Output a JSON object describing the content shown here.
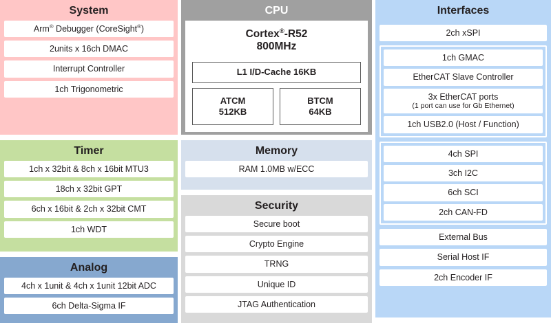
{
  "colors": {
    "system": "#ffc6c6",
    "timer": "#c5dfa0",
    "analog": "#86a8cf",
    "cpu": "#a0a0a0",
    "memory": "#d6e0ed",
    "security": "#d9d9d9",
    "interfaces": "#b9d7f7",
    "item_bg": "#ffffff",
    "cpu_box_border": "#5a5a5a",
    "text": "#231f20"
  },
  "panels": {
    "system": {
      "title": "System",
      "items": [
        "Arm® Debugger (CoreSight®)",
        "2units x 16ch DMAC",
        "Interrupt Controller",
        "1ch Trigonometric"
      ]
    },
    "timer": {
      "title": "Timer",
      "items": [
        "1ch x 32bit & 8ch x 16bit MTU3",
        "18ch x 32bit GPT",
        "6ch x 16bit & 2ch x 32bit CMT",
        "1ch WDT"
      ]
    },
    "analog": {
      "title": "Analog",
      "items": [
        "4ch x 1unit & 4ch x 1unit 12bit ADC",
        "6ch Delta-Sigma IF"
      ]
    },
    "cpu": {
      "title": "CPU",
      "core_name": "Cortex®-R52",
      "core_freq": "800MHz",
      "cache": "L1 I/D-Cache 16KB",
      "tcm": [
        {
          "name": "ATCM",
          "size": "512KB"
        },
        {
          "name": "BTCM",
          "size": "64KB"
        }
      ]
    },
    "memory": {
      "title": "Memory",
      "items": [
        "RAM 1.0MB w/ECC"
      ]
    },
    "security": {
      "title": "Security",
      "items": [
        "Secure boot",
        "Crypto Engine",
        "TRNG",
        "Unique ID",
        "JTAG Authentication"
      ]
    },
    "interfaces": {
      "title": "Interfaces",
      "top_items": [
        "2ch xSPI"
      ],
      "group_network": [
        {
          "main": "1ch GMAC",
          "sub": ""
        },
        {
          "main": "EtherCAT Slave Controller",
          "sub": ""
        },
        {
          "main": "3x EtherCAT ports",
          "sub": "(1 port can use for Gb Ethernet)"
        },
        {
          "main": "1ch USB2.0 (Host / Function)",
          "sub": ""
        }
      ],
      "group_serial": [
        "4ch SPI",
        "3ch I2C",
        "6ch SCI",
        "2ch CAN-FD"
      ],
      "bottom_items": [
        "External Bus",
        "Serial Host IF",
        "2ch Encoder IF"
      ]
    }
  }
}
